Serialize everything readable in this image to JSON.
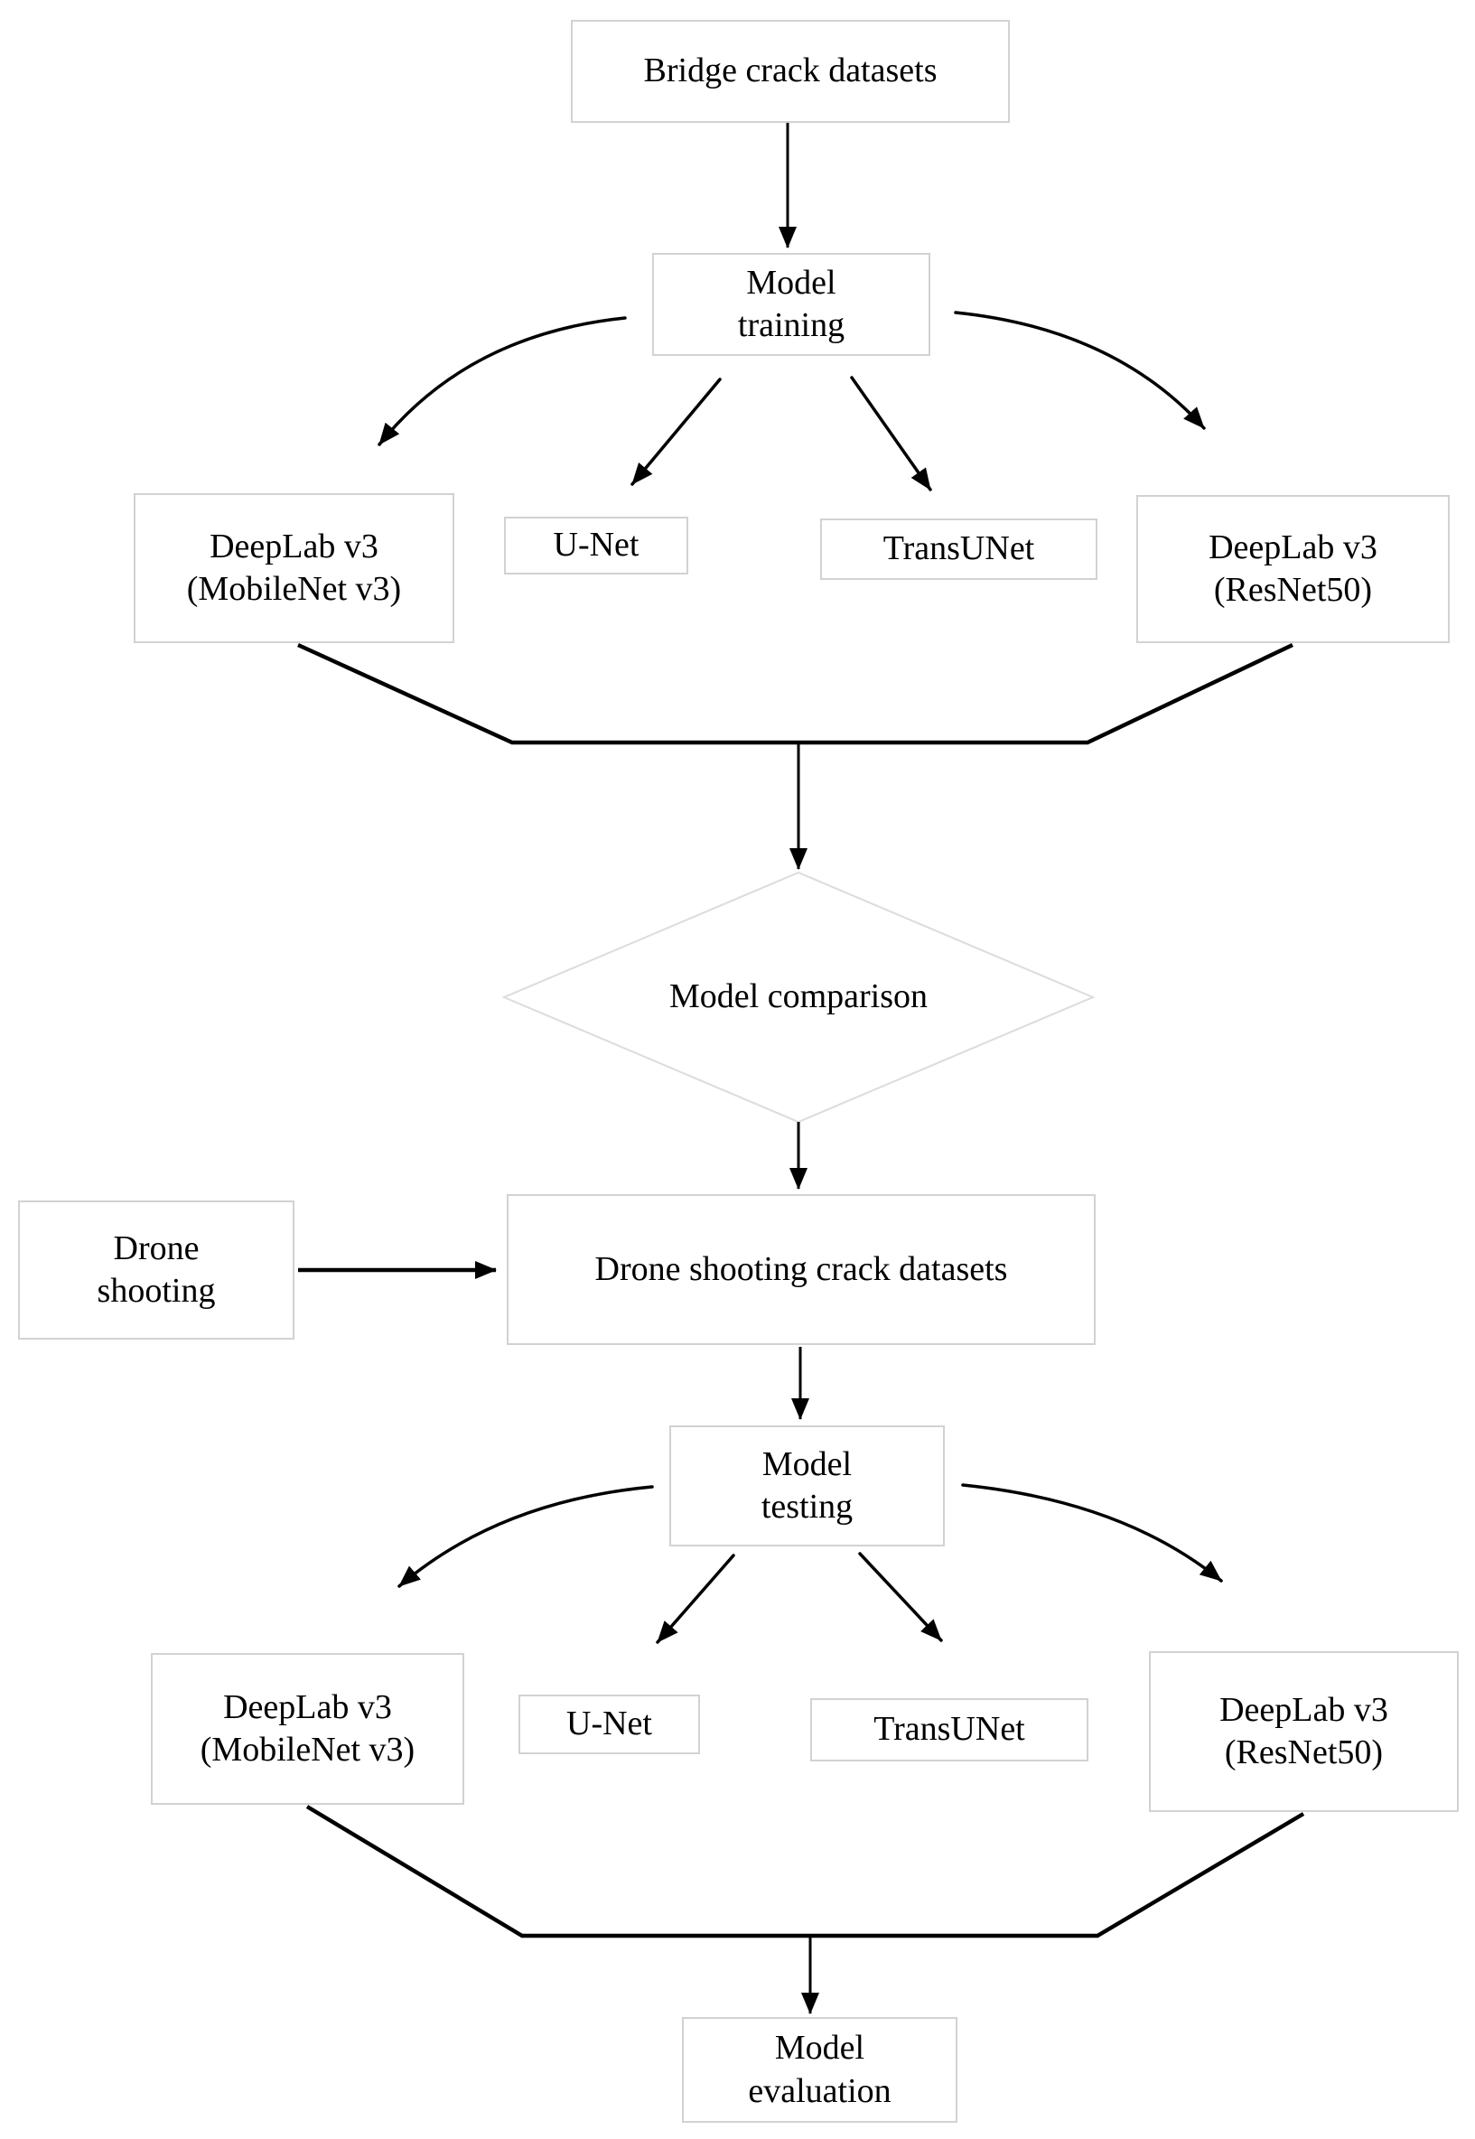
{
  "figure": {
    "description": "Flowchart of bridge crack segmentation model training, comparison, drone testing and evaluation"
  },
  "colors": {
    "line_color": "#000000",
    "box_border_color": "#d2d2d2",
    "diamond_border_color": "#dcdcdc",
    "text_color": "#000000",
    "bg_color": "#ffffff"
  },
  "nodes": {
    "bridge_datasets": {
      "label": "Bridge crack datasets"
    },
    "model_training": {
      "line1": "Model",
      "line2": "training"
    },
    "models": {
      "deeplab_mobilenet": {
        "line1": "DeepLab v3",
        "line2": "(MobileNet v3)"
      },
      "unet": {
        "label": "U-Net"
      },
      "transunet": {
        "label": "TransUNet"
      },
      "deeplab_resnet": {
        "line1": "DeepLab v3",
        "line2": "(ResNet50)"
      }
    },
    "model_comparison": {
      "label": "Model comparison"
    },
    "drone_shooting": {
      "line1": "Drone",
      "line2": "shooting"
    },
    "drone_datasets": {
      "label": "Drone shooting crack datasets"
    },
    "model_testing": {
      "line1": "Model",
      "line2": "testing"
    },
    "model_evaluation": {
      "line1": "Model",
      "line2": "evaluation"
    }
  }
}
